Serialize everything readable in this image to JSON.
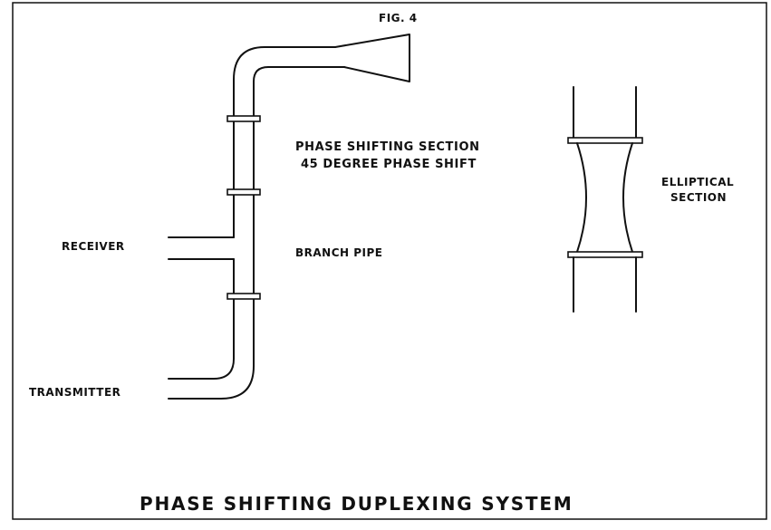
{
  "figure_label": "FIG. 4",
  "labels": {
    "phase_section_line1": "PHASE SHIFTING SECTION",
    "phase_section_line2": "45 DEGREE PHASE SHIFT",
    "elliptical_line1": "ELLIPTICAL",
    "elliptical_line2": "SECTION",
    "receiver": "RECEIVER",
    "branch_pipe": "BRANCH PIPE",
    "transmitter": "TRANSMITTER"
  },
  "title": "PHASE SHIFTING DUPLEXING SYSTEM",
  "colors": {
    "ink": "#111111",
    "paper": "#ffffff"
  }
}
